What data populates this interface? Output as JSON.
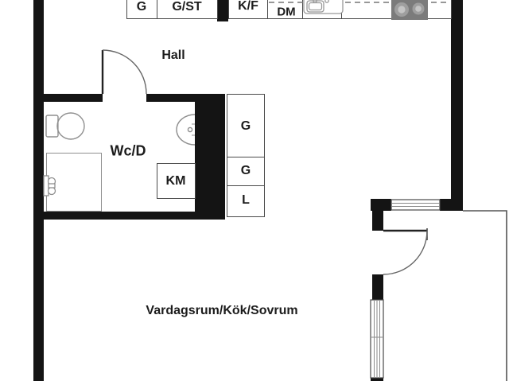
{
  "title": "Apartment floor plan",
  "labels": {
    "g": "G",
    "gst": "G/ST",
    "kf": "K/F",
    "dm": "DM",
    "hall": "Hall",
    "wcd": "Wc/D",
    "km": "KM",
    "closet_g1": "G",
    "closet_g2": "G",
    "closet_l": "L",
    "main_room": "Vardagsrum/Kök/Sovrum"
  },
  "icons": {
    "toilet": "toilet-icon",
    "washbasin": "washbasin-icon",
    "shower_mixer": "shower-mixer-icon",
    "kitchen_sink": "kitchen-sink-icon",
    "stove": "stove-icon",
    "window": "window-icon",
    "door_swing": "door-swing-icon"
  },
  "colors": {
    "wall": "#141414",
    "cell_line": "#4a4a4a",
    "fixture_line": "#8f8f8f",
    "stove_fill": "#7b7b7b",
    "dashed_counter": "#777777",
    "text": "#1c1c1c",
    "background": "#ffffff"
  }
}
